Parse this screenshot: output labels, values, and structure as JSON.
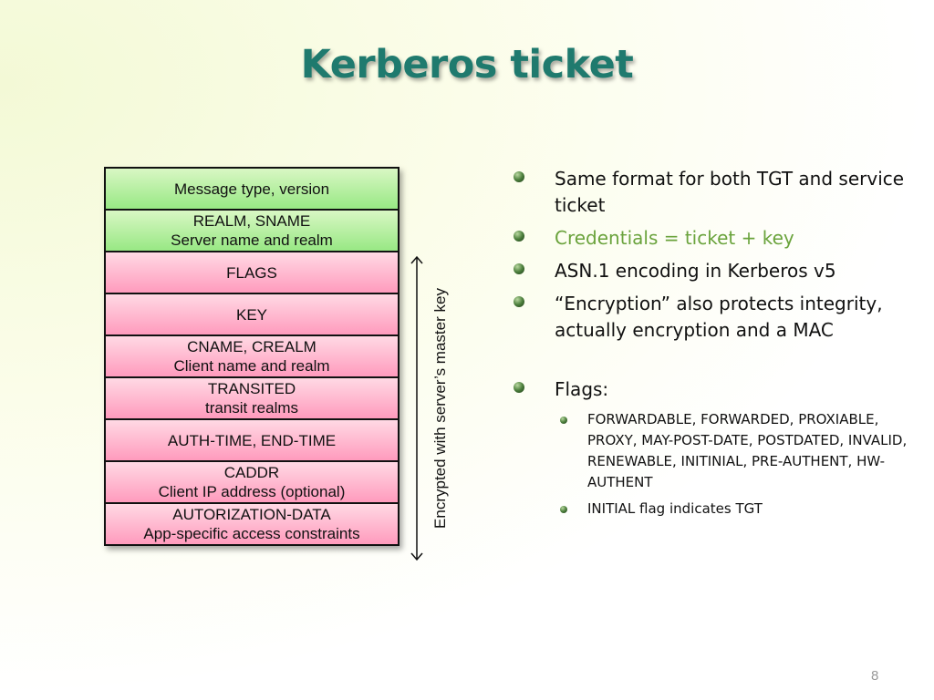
{
  "slide": {
    "title": "Kerberos ticket",
    "page_number": "8"
  },
  "ticket_fields": [
    {
      "line1": "Message type, version",
      "line2": ""
    },
    {
      "line1": "REALM, SNAME",
      "line2": "Server name and realm"
    },
    {
      "line1": "FLAGS",
      "line2": ""
    },
    {
      "line1": "KEY",
      "line2": ""
    },
    {
      "line1": "CNAME, CREALM",
      "line2": "Client name and realm"
    },
    {
      "line1": "TRANSITED",
      "line2": "transit realms"
    },
    {
      "line1": "AUTH-TIME, END-TIME",
      "line2": ""
    },
    {
      "line1": "CADDR",
      "line2": "Client IP address (optional)"
    },
    {
      "line1": "AUTORIZATION-DATA",
      "line2": "App-specific access constraints"
    }
  ],
  "encrypted_label": "Encrypted with server’s master key",
  "colors": {
    "title": "#1f7a6e",
    "plain_field": "#98e884",
    "encrypted_field": "#ff9bbd",
    "highlight_text": "#6aa33c"
  },
  "bullets": [
    {
      "text": "Same format for both TGT and service ticket"
    },
    {
      "text": "Credentials = ticket + key"
    },
    {
      "text": "ASN.1 encoding in Kerberos v5"
    },
    {
      "text": "“Encryption” also protects integrity, actually encryption and a MAC"
    },
    {
      "text": "Flags:"
    }
  ],
  "flag_subbullets": [
    {
      "text": "FORWARDABLE, FORWARDED, PROXIABLE, PROXY, MAY-POST-DATE, POSTDATED, INVALID, RENEWABLE, INITINIAL, PRE-AUTHENT, HW-AUTHENT"
    },
    {
      "text": "INITIAL flag indicates TGT"
    }
  ]
}
